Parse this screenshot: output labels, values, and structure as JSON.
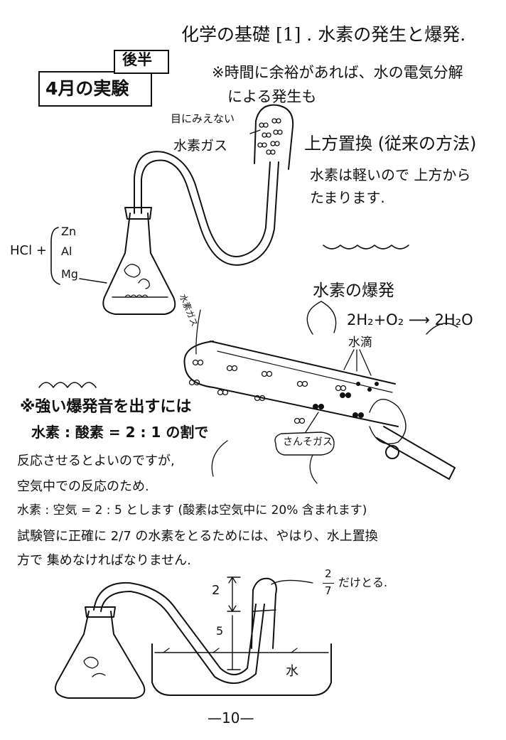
{
  "header": {
    "title": "化学の基礎 [1] . 水素の発生と爆発.",
    "note_line1": "※時間に余裕があれば、水の電気分解",
    "note_line2": "による発生も"
  },
  "badge": {
    "tag": "後半",
    "label": "4月の実験"
  },
  "diagram1": {
    "invisible_note": "目にみえない",
    "gas_label": "水素ガス",
    "reagent_acid": "HCl +",
    "metals": [
      "Zn",
      "Al",
      "Mg"
    ]
  },
  "displacement": {
    "title": "上方置換 (従来の方法)",
    "line1": "水素は軽いので 上方から",
    "line2": "たまります."
  },
  "explosion": {
    "title": "水素の爆発",
    "equation": "2H₂+O₂ ⟶ 2H₂O",
    "droplets_label": "水滴",
    "hydrogen_tag": "水素ガス",
    "oxygen_tag": "さんそガス"
  },
  "body_text": {
    "line1": "※強い爆発音を出すには",
    "line2": "水素 : 酸素 = 2 : 1 の割で",
    "line3": "反応させるとよいのですが,",
    "line4": "空気中での反応のため.",
    "line5": "水素 : 空気 = 2 : 5 とします (酸素は空気中に 20% 含まれます)",
    "line6": "試験管に正確に 2/7 の水素をとるためには、やはり、水上置換",
    "line7": "方で 集めなければなりません."
  },
  "diagram3": {
    "dim_top": "2",
    "dim_bottom": "5",
    "fraction_num": "2",
    "fraction_den": "7",
    "fraction_suffix": "だけとる.",
    "water_label": "水"
  },
  "footer": {
    "page_number": "—10—"
  }
}
